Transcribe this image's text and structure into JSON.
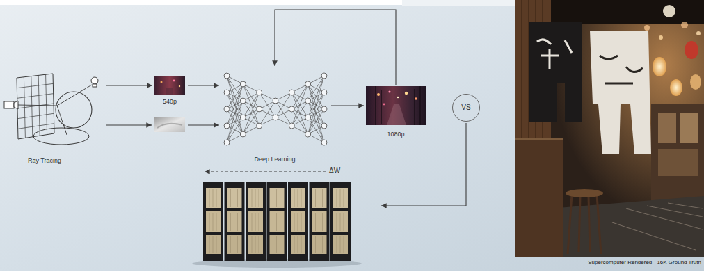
{
  "diagram": {
    "nodes": [
      {
        "text": [
          "Ray Tracing"
        ]
      },
      {
        "text": [
          "540p"
        ]
      },
      {
        "text": [
          "Deep Learning"
        ]
      },
      {
        "text": [
          "1080p"
        ]
      },
      {
        "text": [
          "VS"
        ]
      },
      {
        "text": [
          "Supercomputer Rendered - 16K Ground Truth"
        ]
      }
    ],
    "edges": [
      {
        "from": 0,
        "to": 1,
        "arrow": "to"
      },
      {
        "from": 1,
        "to": 2,
        "arrow": "to"
      },
      {
        "from": 2,
        "to": 3,
        "arrow": "to"
      },
      {
        "from": 3,
        "to": 2,
        "arrow": "to"
      }
    ],
    "labels": [
      "ΔW"
    ]
  }
}
